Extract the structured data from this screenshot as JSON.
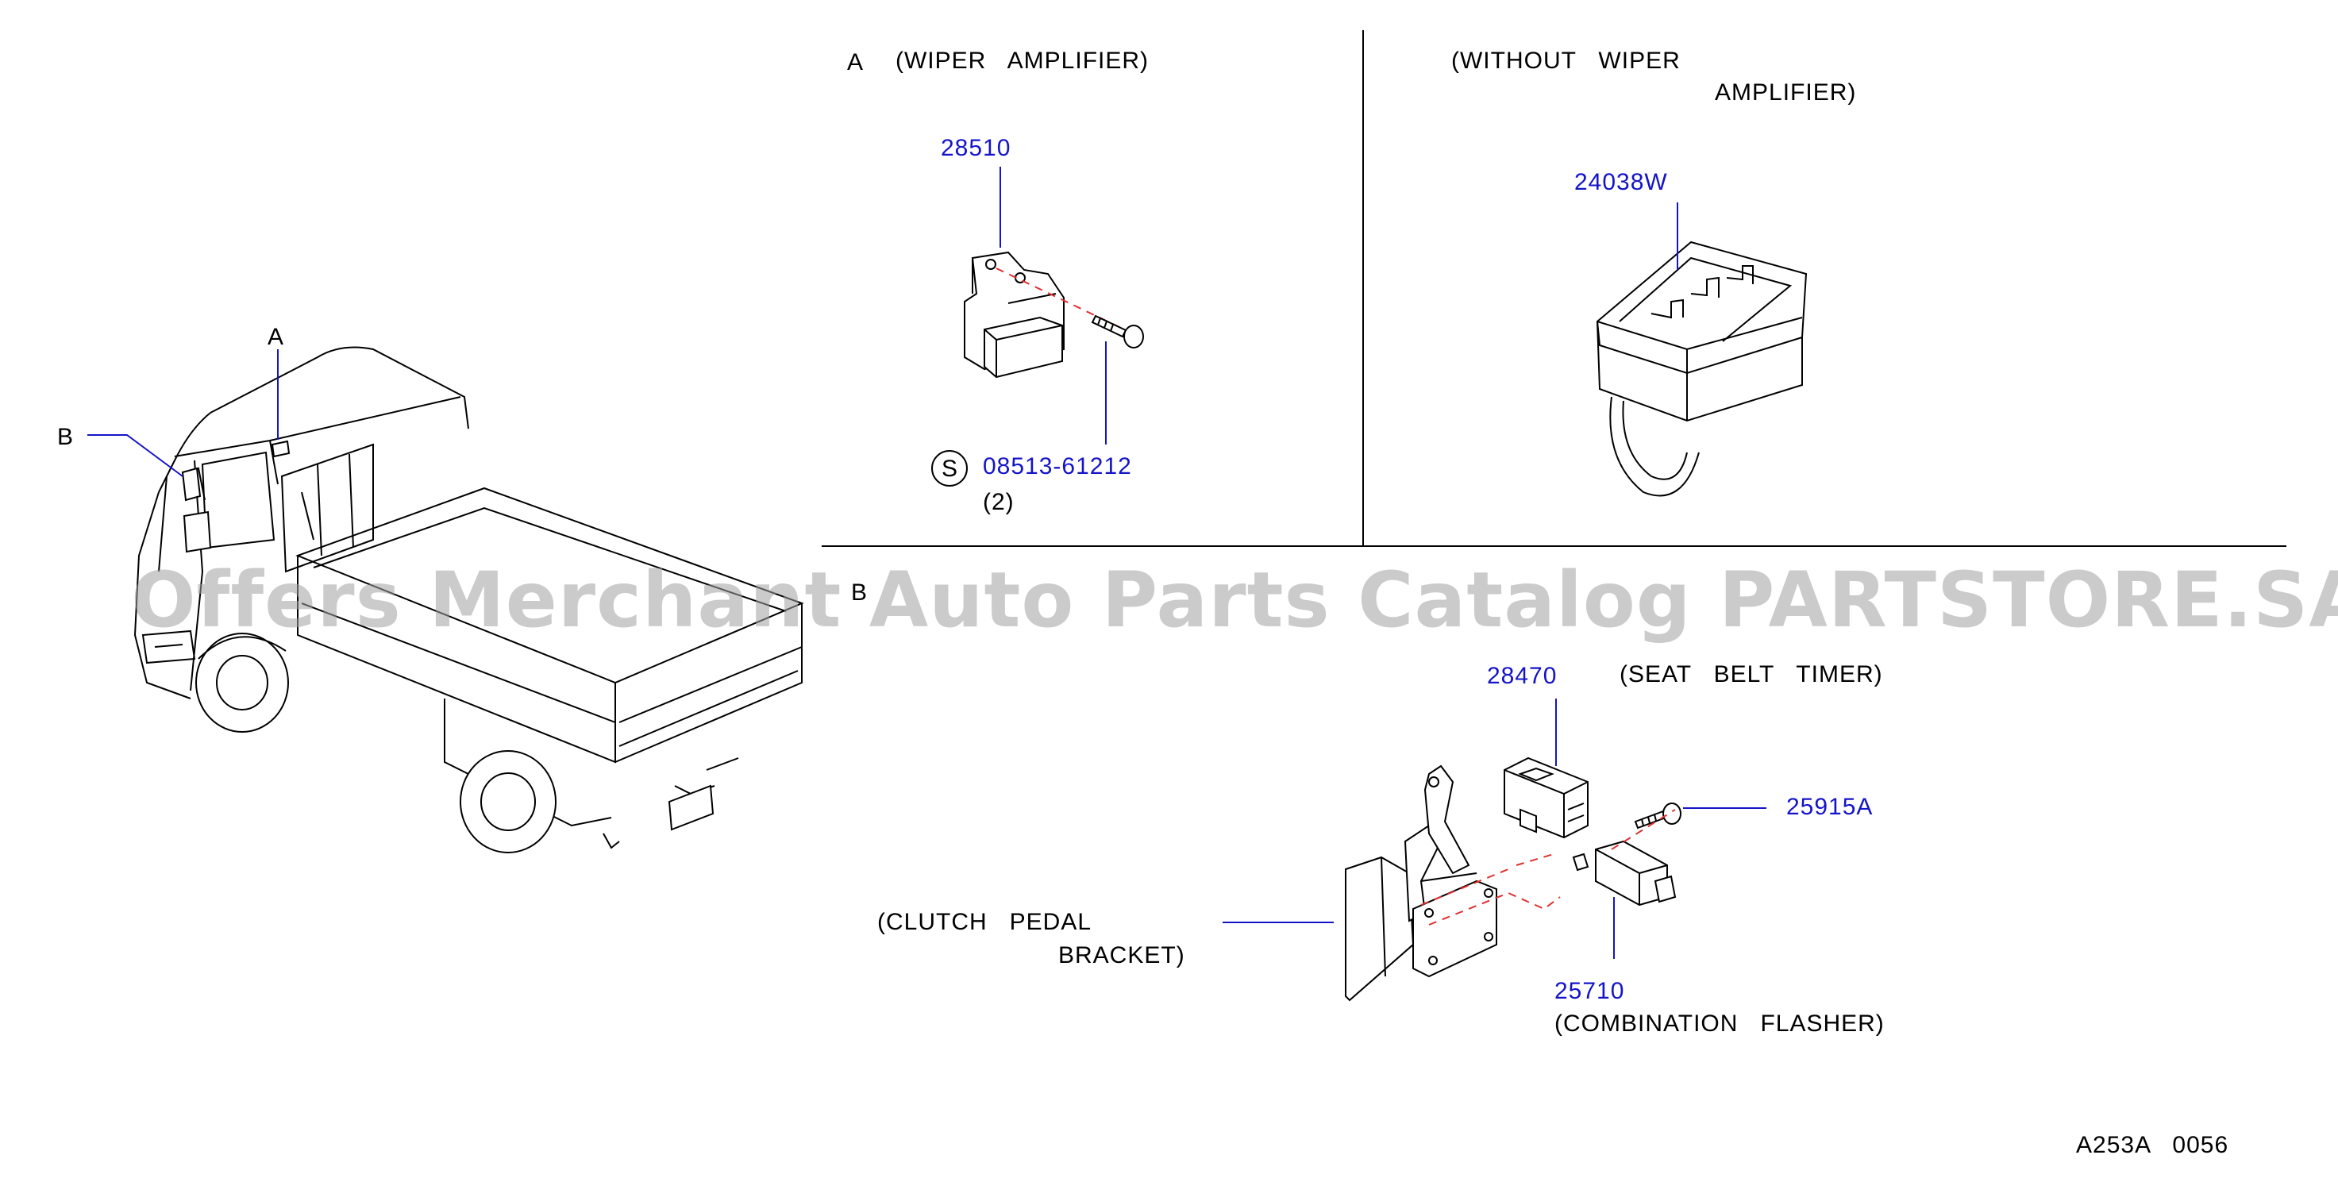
{
  "section_a": {
    "label": "A",
    "title": "(WIPER   AMPLIFIER)",
    "part_wiper_amp": "28510",
    "screw_symbol": "S",
    "part_screw": "08513-61212",
    "screw_qty": "(2)"
  },
  "section_no_amp": {
    "title_line1": "(WITHOUT   WIPER",
    "title_line2": "AMPLIFIER)",
    "part_connector": "24038W"
  },
  "section_b": {
    "label": "B",
    "part_timer": "28470",
    "timer_name": "(SEAT   BELT   TIMER)",
    "part_bolt": "25915A",
    "bracket_line1": "(CLUTCH   PEDAL",
    "bracket_line2": "BRACKET)",
    "part_flasher": "25710",
    "flasher_name": "(COMBINATION   FLASHER)"
  },
  "truck": {
    "callout_a": "A",
    "callout_b": "B"
  },
  "watermark": "Offers Merchant Auto Parts Catalog PARTSTORE.SA",
  "diagram_code": "A253A   0056",
  "colors": {
    "part_number": "#1414c8",
    "line": "#000000",
    "centerline": "#e03030"
  }
}
